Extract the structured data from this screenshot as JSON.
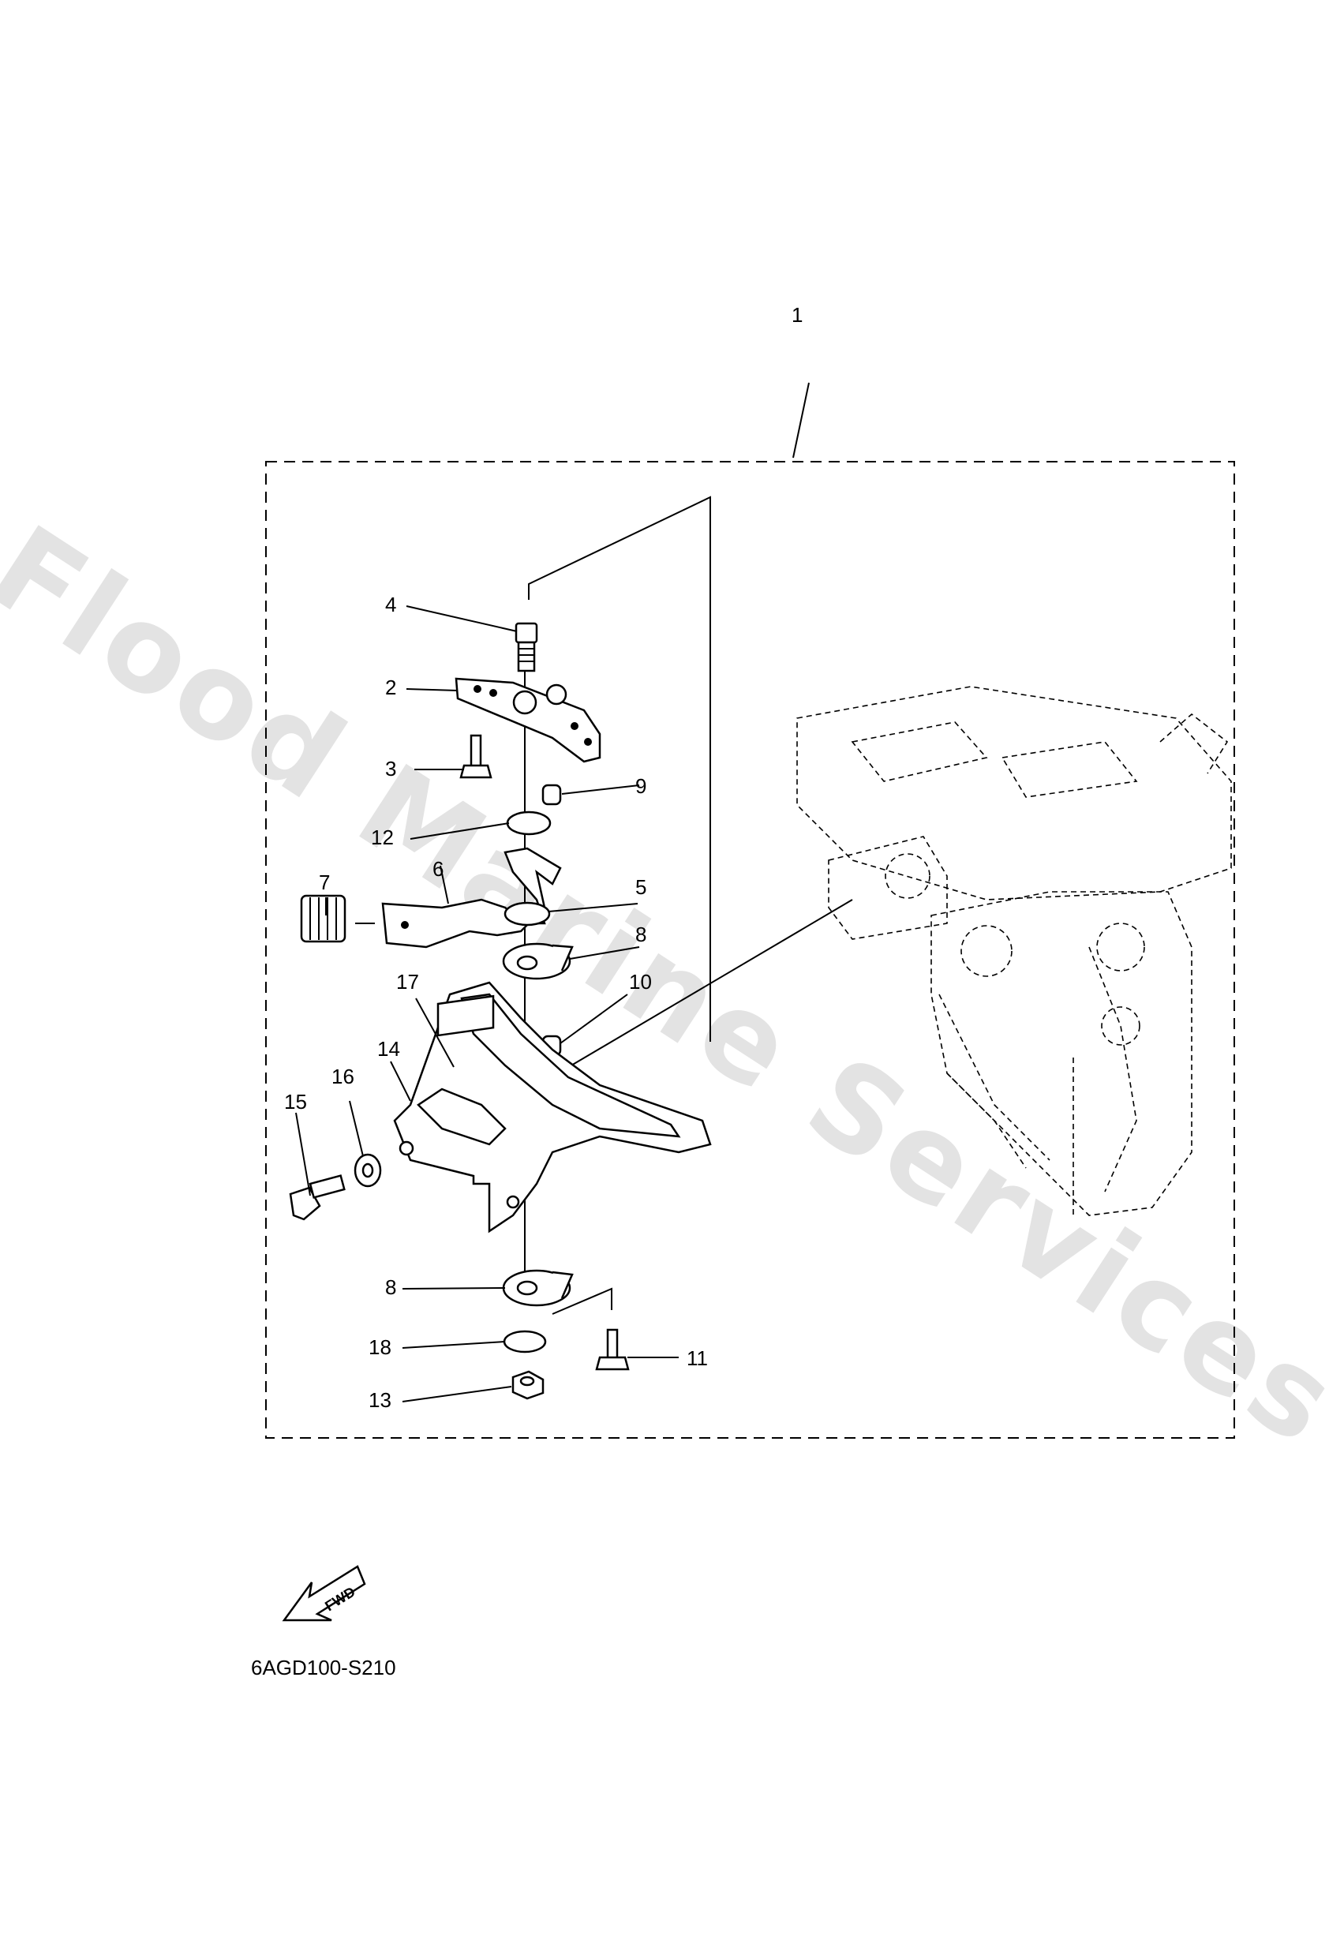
{
  "watermark": "Flood Marine Services",
  "diagram_code": "6AGD100-S210",
  "fwd_label": "FWD",
  "callouts": [
    "1",
    "2",
    "3",
    "4",
    "5",
    "6",
    "7",
    "8",
    "8",
    "9",
    "10",
    "11",
    "12",
    "13",
    "14",
    "15",
    "16",
    "17",
    "18"
  ]
}
